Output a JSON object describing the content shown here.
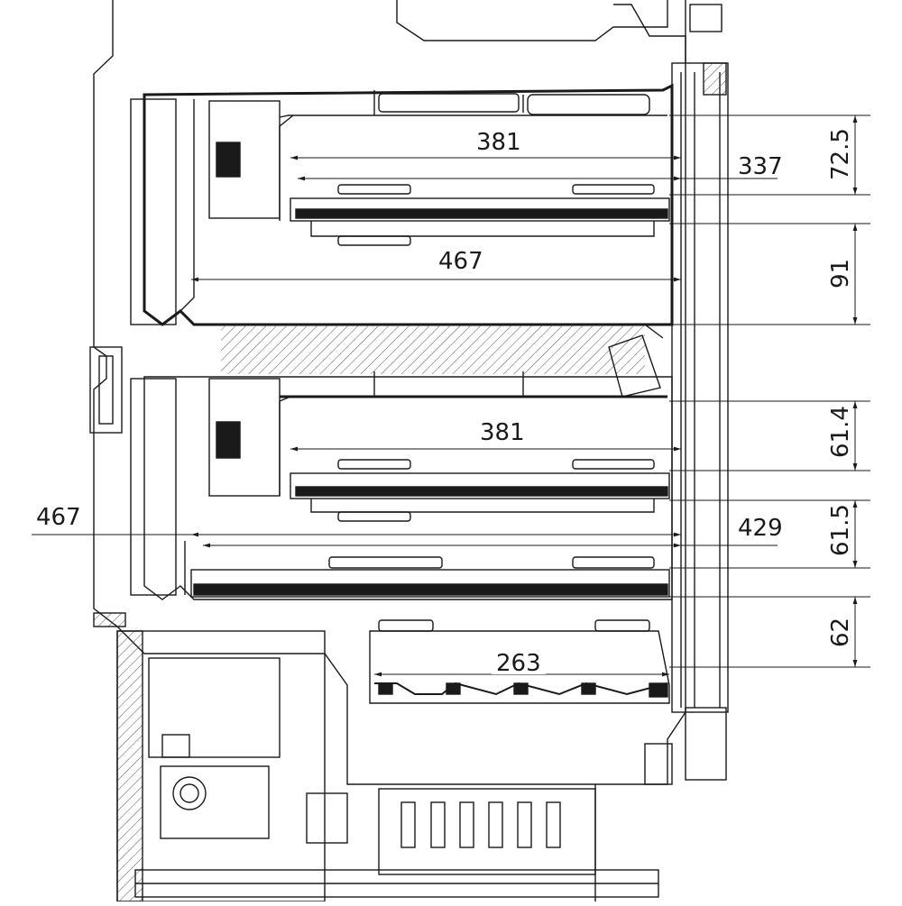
{
  "colors": {
    "line": "#1a1a1a",
    "hatch": "#555555",
    "background": "#ffffff"
  },
  "dimensions": {
    "top_shelf_width": "381",
    "top_tray_width": "337",
    "top_inner_width": "467",
    "mid_shelf_width": "381",
    "outer_width_left": "467",
    "lower_tray_width": "429",
    "bottom_drawer_width": "263",
    "top_clearance": "72.5",
    "upper_spacing": "91",
    "mid_spacing": "61.4",
    "lower_spacing": "61.5",
    "bottom_spacing": "62"
  }
}
